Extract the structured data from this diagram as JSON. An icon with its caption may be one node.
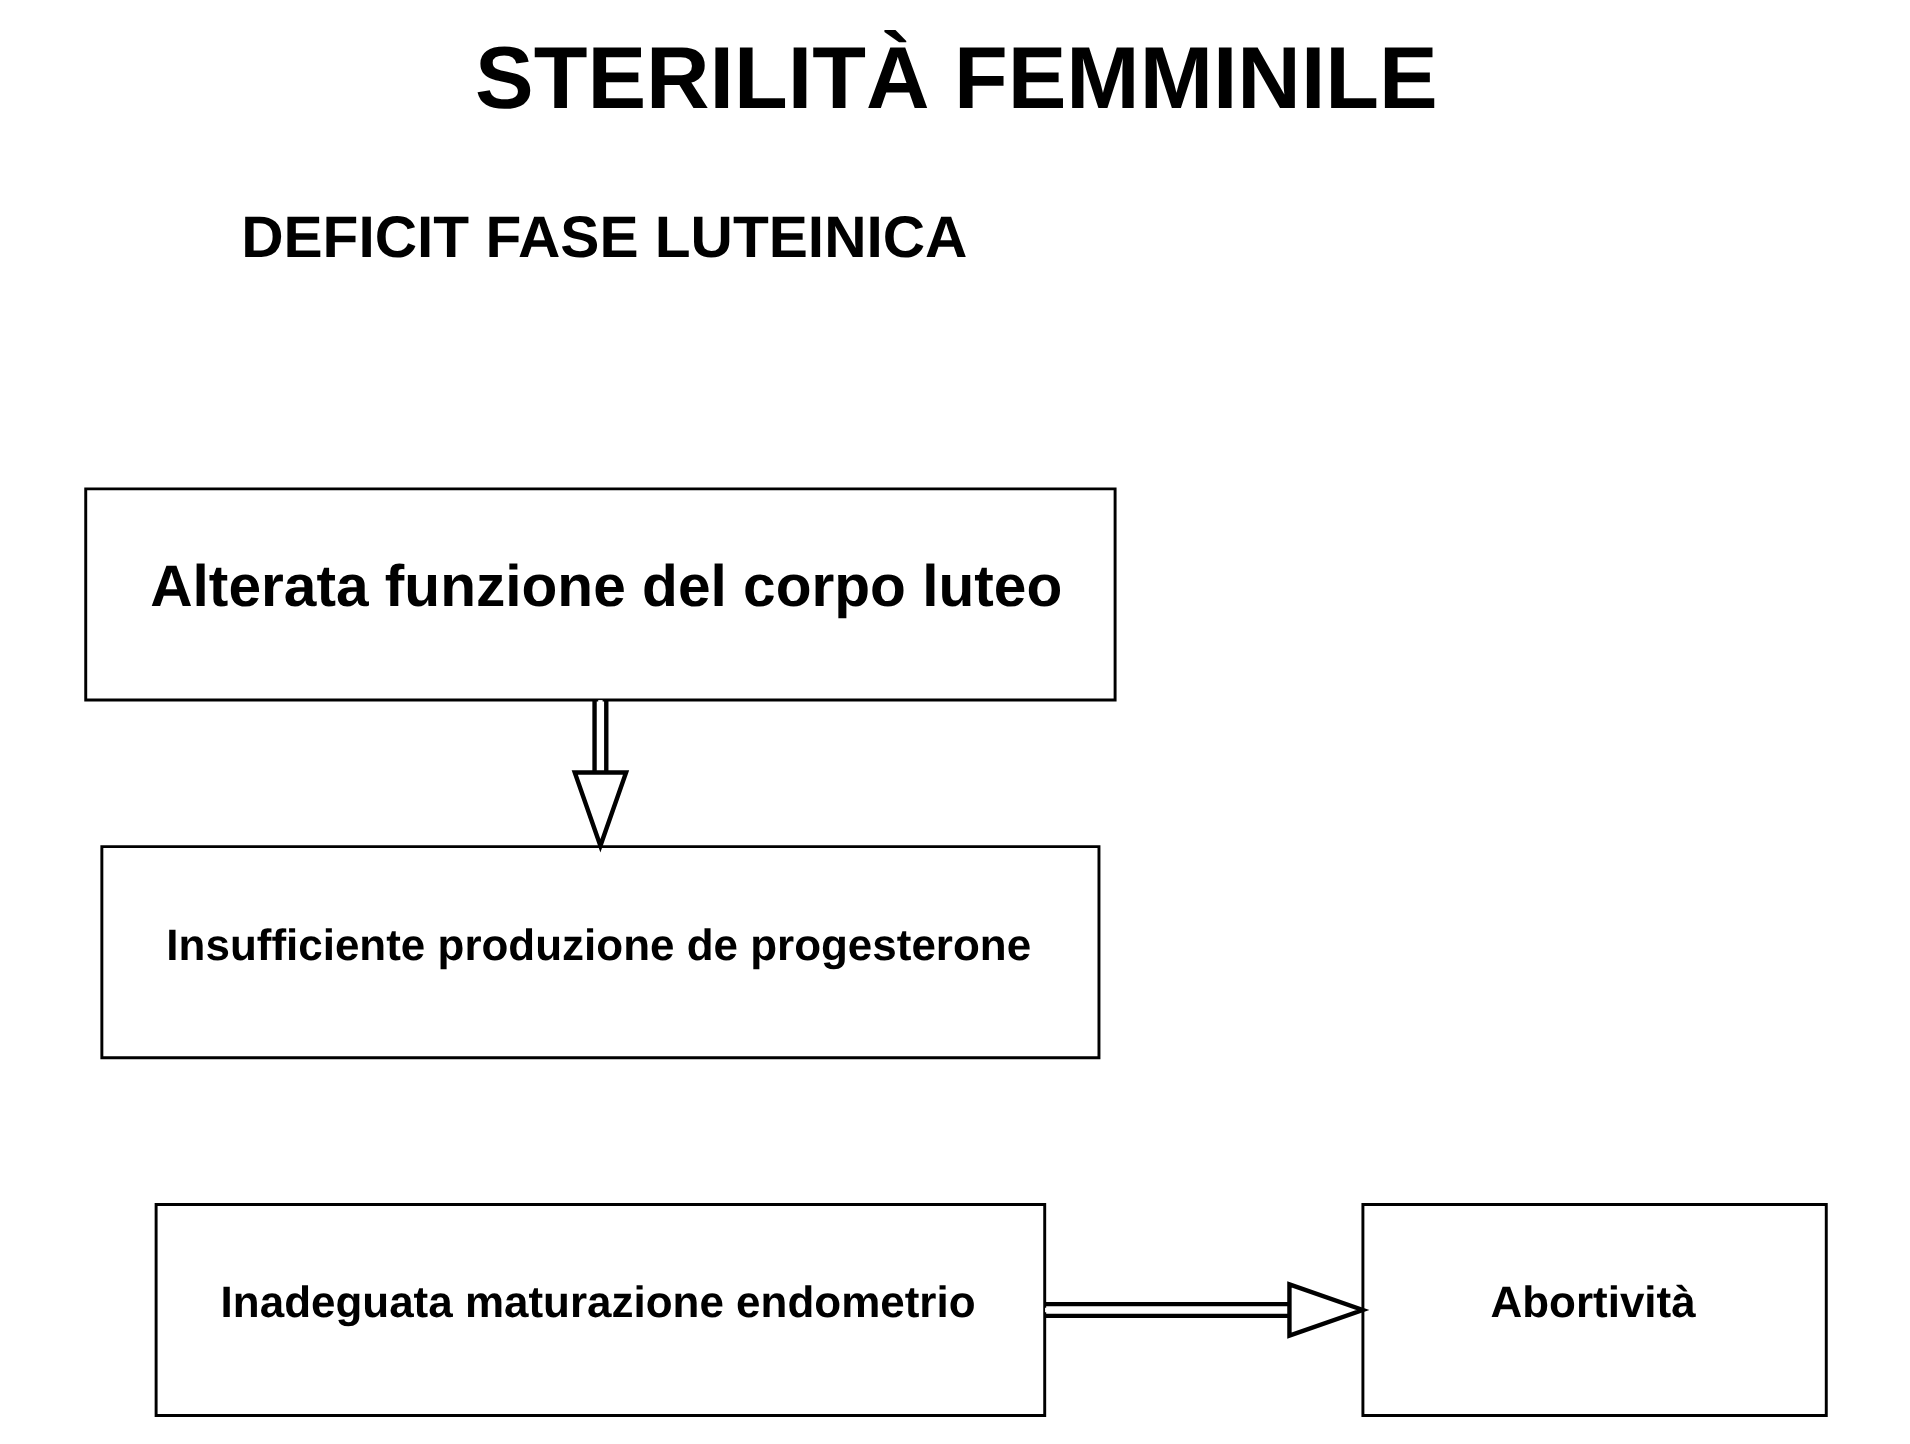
{
  "diagram": {
    "title": "STERILITÀ FEMMINILE",
    "nodes": [
      {
        "text": [
          "Alterata funzione del corpo luteo"
        ]
      },
      {
        "text": [
          "Insufficiente produzione de progesterone"
        ]
      },
      {
        "text": [
          "Inadeguata maturazione endometrio"
        ]
      },
      {
        "text": [
          "Abortività"
        ]
      }
    ],
    "edges": [
      {
        "from": 0,
        "to": 1,
        "arrow": "to"
      },
      {
        "from": 2,
        "to": 3,
        "arrow": "to"
      }
    ],
    "labels": [
      "DEFICIT FASE LUTEINICA"
    ]
  }
}
